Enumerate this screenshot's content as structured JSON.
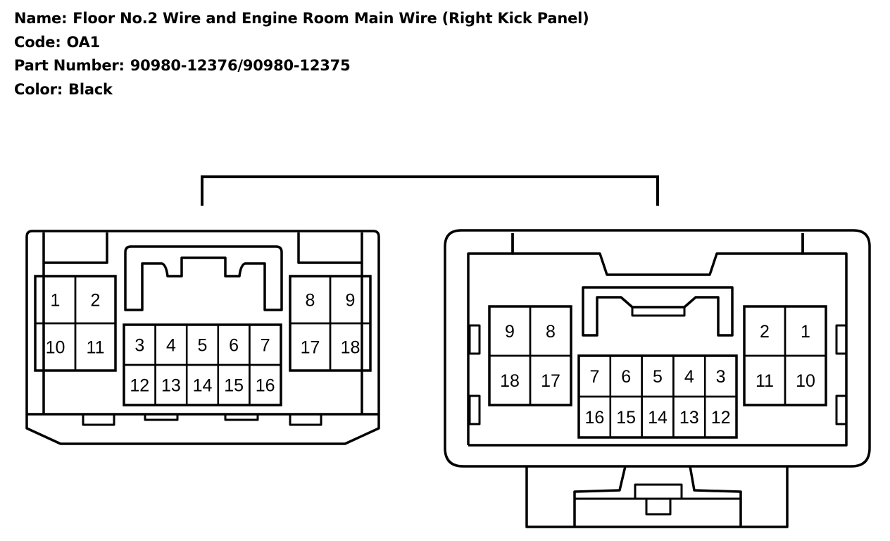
{
  "header": {
    "name_label": "Name:",
    "name_value": "Floor No.2 Wire and Engine Room Main Wire (Right Kick Panel)",
    "code_label": "Code:",
    "code_value": "OA1",
    "part_label": "Part Number:",
    "part_value": "90980-12376/90980-12375",
    "color_label": "Color:",
    "color_value": "Black"
  },
  "left_connector": {
    "pins": [
      "1",
      "2",
      "3",
      "4",
      "5",
      "6",
      "7",
      "8",
      "9",
      "10",
      "11",
      "12",
      "13",
      "14",
      "15",
      "16",
      "17",
      "18"
    ]
  },
  "right_connector": {
    "pins": [
      "1",
      "2",
      "3",
      "4",
      "5",
      "6",
      "7",
      "8",
      "9",
      "10",
      "11",
      "12",
      "13",
      "14",
      "15",
      "16",
      "17",
      "18"
    ]
  }
}
